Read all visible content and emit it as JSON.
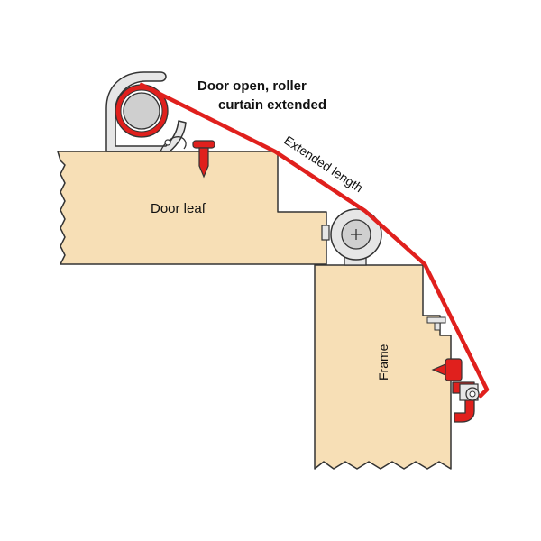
{
  "labels": {
    "title_line1": "Door open, roller",
    "title_line2": "curtain extended",
    "extended_length": "Extended length",
    "door_leaf": "Door leaf",
    "frame": "Frame"
  },
  "colors": {
    "wood": "#f7dfb6",
    "outline": "#333333",
    "curtain_red": "#e0201d",
    "housing_grey": "#e6e6e6",
    "roller_grey": "#cfcfcf"
  },
  "icons": {
    "housing": "roller-housing-icon",
    "roller": "roller-drum-icon",
    "guide_roller": "guide-roller-icon",
    "screw_top": "red-screw-icon",
    "screw_frame": "red-screw-icon",
    "end_clip": "curtain-end-clip-icon",
    "bracket": "bracket-icon"
  }
}
